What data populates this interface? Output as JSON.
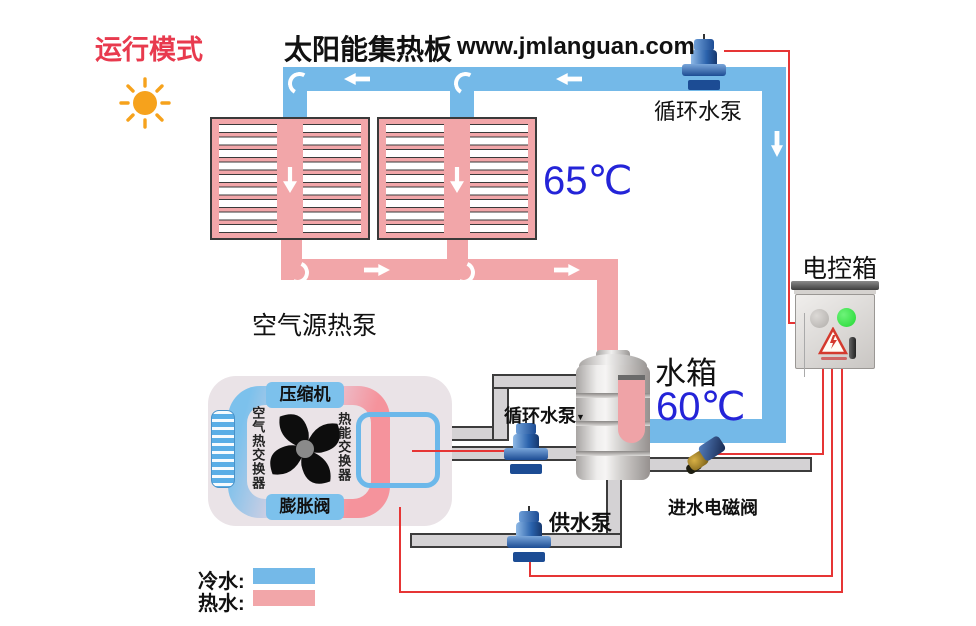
{
  "labels": {
    "mode": "运行模式",
    "collector": "太阳能集热板",
    "website": "www.jmlanguan.com",
    "pump_top": "循环水泵",
    "temp_collector": "65℃",
    "control_box": "电控箱",
    "heat_pump": "空气源热泵",
    "tank": "水箱",
    "temp_tank": "60℃",
    "pump_mid": "循环水泵",
    "pump_mid_marker": "▼",
    "pump_supply": "供水泵",
    "inlet_valve": "进水电磁阀",
    "compressor": "压缩机",
    "expansion_valve": "膨胀阀",
    "air_exchanger": "空气热交换器",
    "heat_exchanger": "热能交换器",
    "legend_cold": "冷水:",
    "legend_hot": "热水:"
  },
  "colors": {
    "cold_pipe": "#74b9e8",
    "hot_pipe": "#f2a6a9",
    "pipe_gray": "#d4d2d4",
    "wire": "#e63535",
    "temp_text": "#2424d8",
    "mode_text": "#e83a4e",
    "sun": "#f6a21c",
    "green_light": "#22d832",
    "pump_blue": "#2a62ac"
  }
}
